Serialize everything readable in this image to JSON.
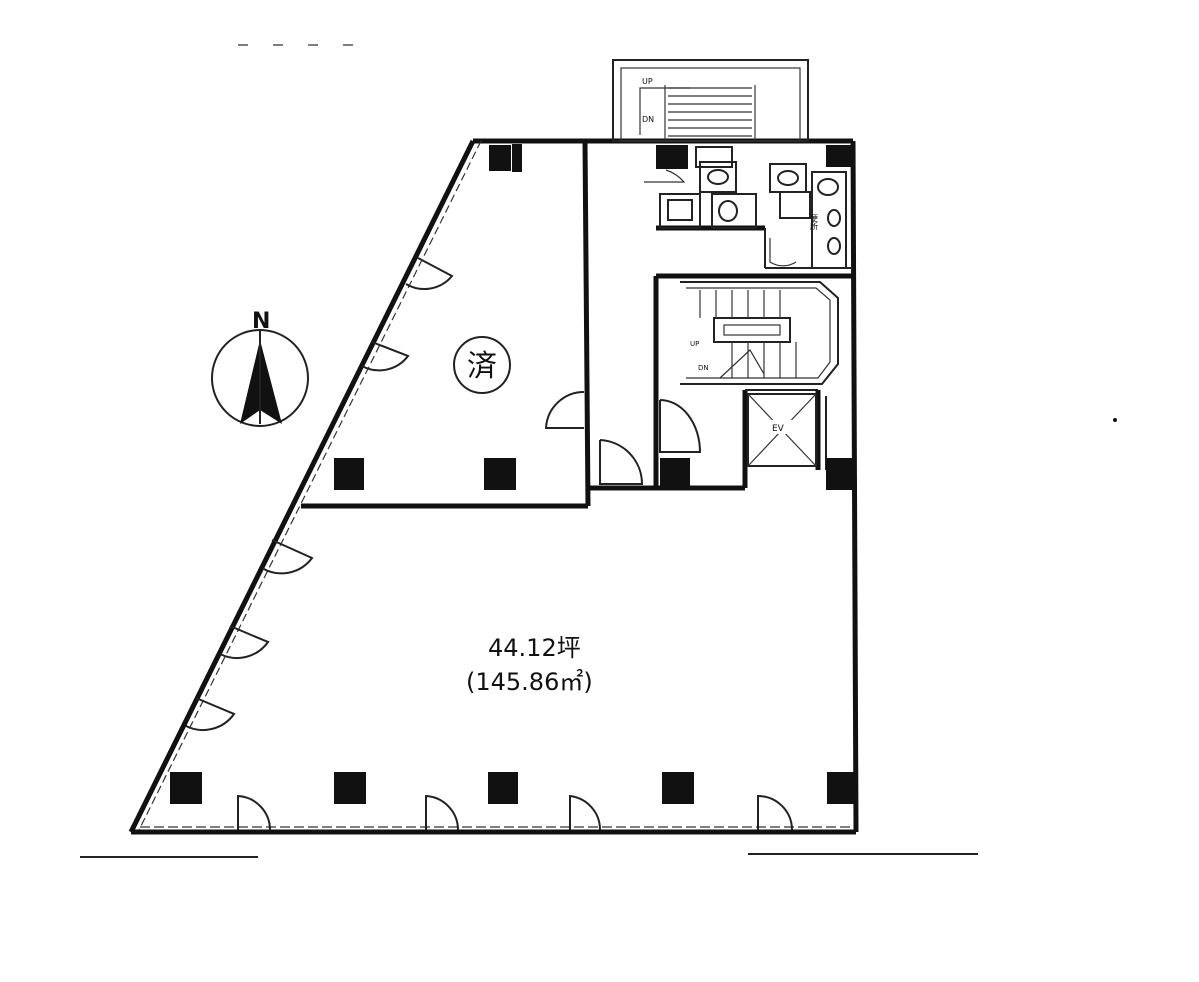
{
  "plan": {
    "compass_label": "N",
    "area_tsubo": "44.12坪",
    "area_sqm": "(145.86㎡)",
    "leased_mark": "済",
    "ev_label": "EV",
    "toilet_label": "便所",
    "stair_up": "UP",
    "stair_down": "DN"
  },
  "colors": {
    "ink": "#111111",
    "paper": "#ffffff"
  },
  "icons": [
    "compass-icon",
    "elevator-icon",
    "toilet-icon",
    "door-swing-icon"
  ]
}
